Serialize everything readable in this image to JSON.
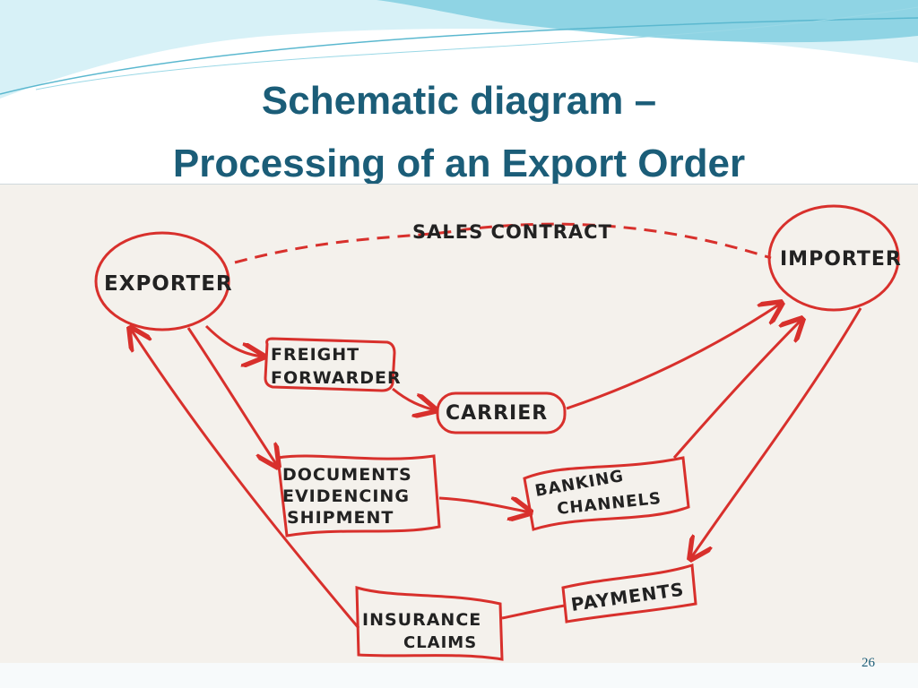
{
  "slide": {
    "title_line1": "Schematic diagram –",
    "title_line2": "Processing of an Export Order",
    "page_number": "26"
  },
  "diagram": {
    "nodes": {
      "exporter": "EXPORTER",
      "importer": "IMPORTER",
      "freight_line1": "FREIGHT",
      "freight_line2": "FORWARDER",
      "carrier": "CARRIER",
      "documents_line1": "DOCUMENTS",
      "documents_line2": "EVIDENCING",
      "documents_line3": "SHIPMENT",
      "banking_line1": "BANKING",
      "banking_line2": "CHANNELS",
      "payments": "PAYMENTS",
      "insurance_line1": "INSURANCE",
      "insurance_line2": "CLAIMS"
    },
    "edge_labels": {
      "sales_contract": "SALES CONTRACT"
    }
  },
  "colors": {
    "title": "#1b5d78",
    "ink_red": "#d8302c",
    "ink_dark": "#222222",
    "wave_light": "#cfeef5",
    "wave_mid": "#7fd0e0"
  }
}
